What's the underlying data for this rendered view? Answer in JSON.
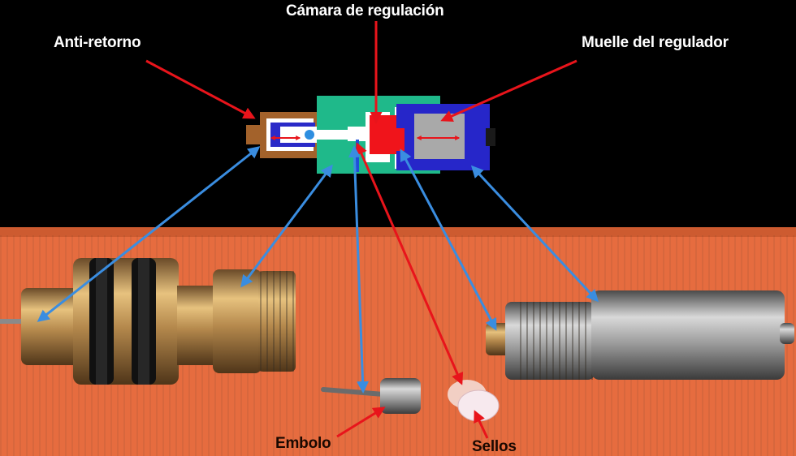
{
  "labels": {
    "camara": "Cámara de regulación",
    "antiretorno": "Anti-retorno",
    "muelle": "Muelle del regulador",
    "embolo": "Embolo",
    "sellos": "Sellos"
  },
  "colors": {
    "background_top": "#000000",
    "background_bottom": "#e8683a",
    "callout_red": "#e8141b",
    "callout_blue": "#3a8de0",
    "chamber_green": "#1fb98a",
    "body_brown": "#a3622b",
    "spring_blue": "#2626c9",
    "spring_grey": "#a9a9a9",
    "valve_red": "#f0141b"
  }
}
